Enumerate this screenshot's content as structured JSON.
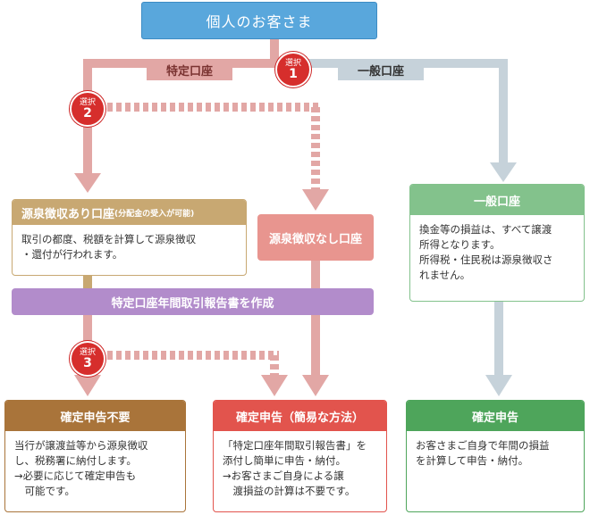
{
  "top_box": "個人のお客さま",
  "path_labels": {
    "tokutei": "特定口座",
    "ippan": "一般口座"
  },
  "badges": [
    {
      "word": "選択",
      "num": "1"
    },
    {
      "word": "選択",
      "num": "2"
    },
    {
      "word": "選択",
      "num": "3"
    }
  ],
  "gensen_ari": {
    "title": "源泉徴収あり口座",
    "title_note": "(分配金の受入が可能)",
    "body": "取引の都度、税額を計算して源泉徴収\n・還付が行われます。"
  },
  "gensen_nashi": "源泉徴収なし口座",
  "ippan_account": {
    "title": "一般口座",
    "body": "換金等の損益は、すべて譲渡\n所得となります。\n所得税・住民税は源泉徴収さ\nれません。"
  },
  "report_bar": "特定口座年間取引報告書を作成",
  "bottom": {
    "fuyou": {
      "title": "確定申告不要",
      "body": "当行が譲渡益等から源泉徴収\nし、税務署に納付します。\n→必要に応じて確定申告も\n　可能です。"
    },
    "kan": {
      "title": "確定申告（簡易な方法）",
      "body": "「特定口座年間取引報告書」を\n添付し簡単に申告・納付。\n→お客さまご自身による譲\n　渡損益の計算は不要です。"
    },
    "ippan": {
      "title": "確定申告",
      "body": "お客さまご自身で年間の損益\nを計算して申告・納付。"
    }
  },
  "colors": {
    "blue": "#59a7dc",
    "pink_path": "#e2a7a5",
    "gray_path": "#c6d2da",
    "badge_red": "#d62e2c",
    "tan": "#c8a872",
    "salmon": "#e8958f",
    "green": "#83c28c",
    "purple": "#b28ccb",
    "brown": "#a9743a",
    "red": "#e2544d",
    "dark_green": "#4ea55b"
  }
}
